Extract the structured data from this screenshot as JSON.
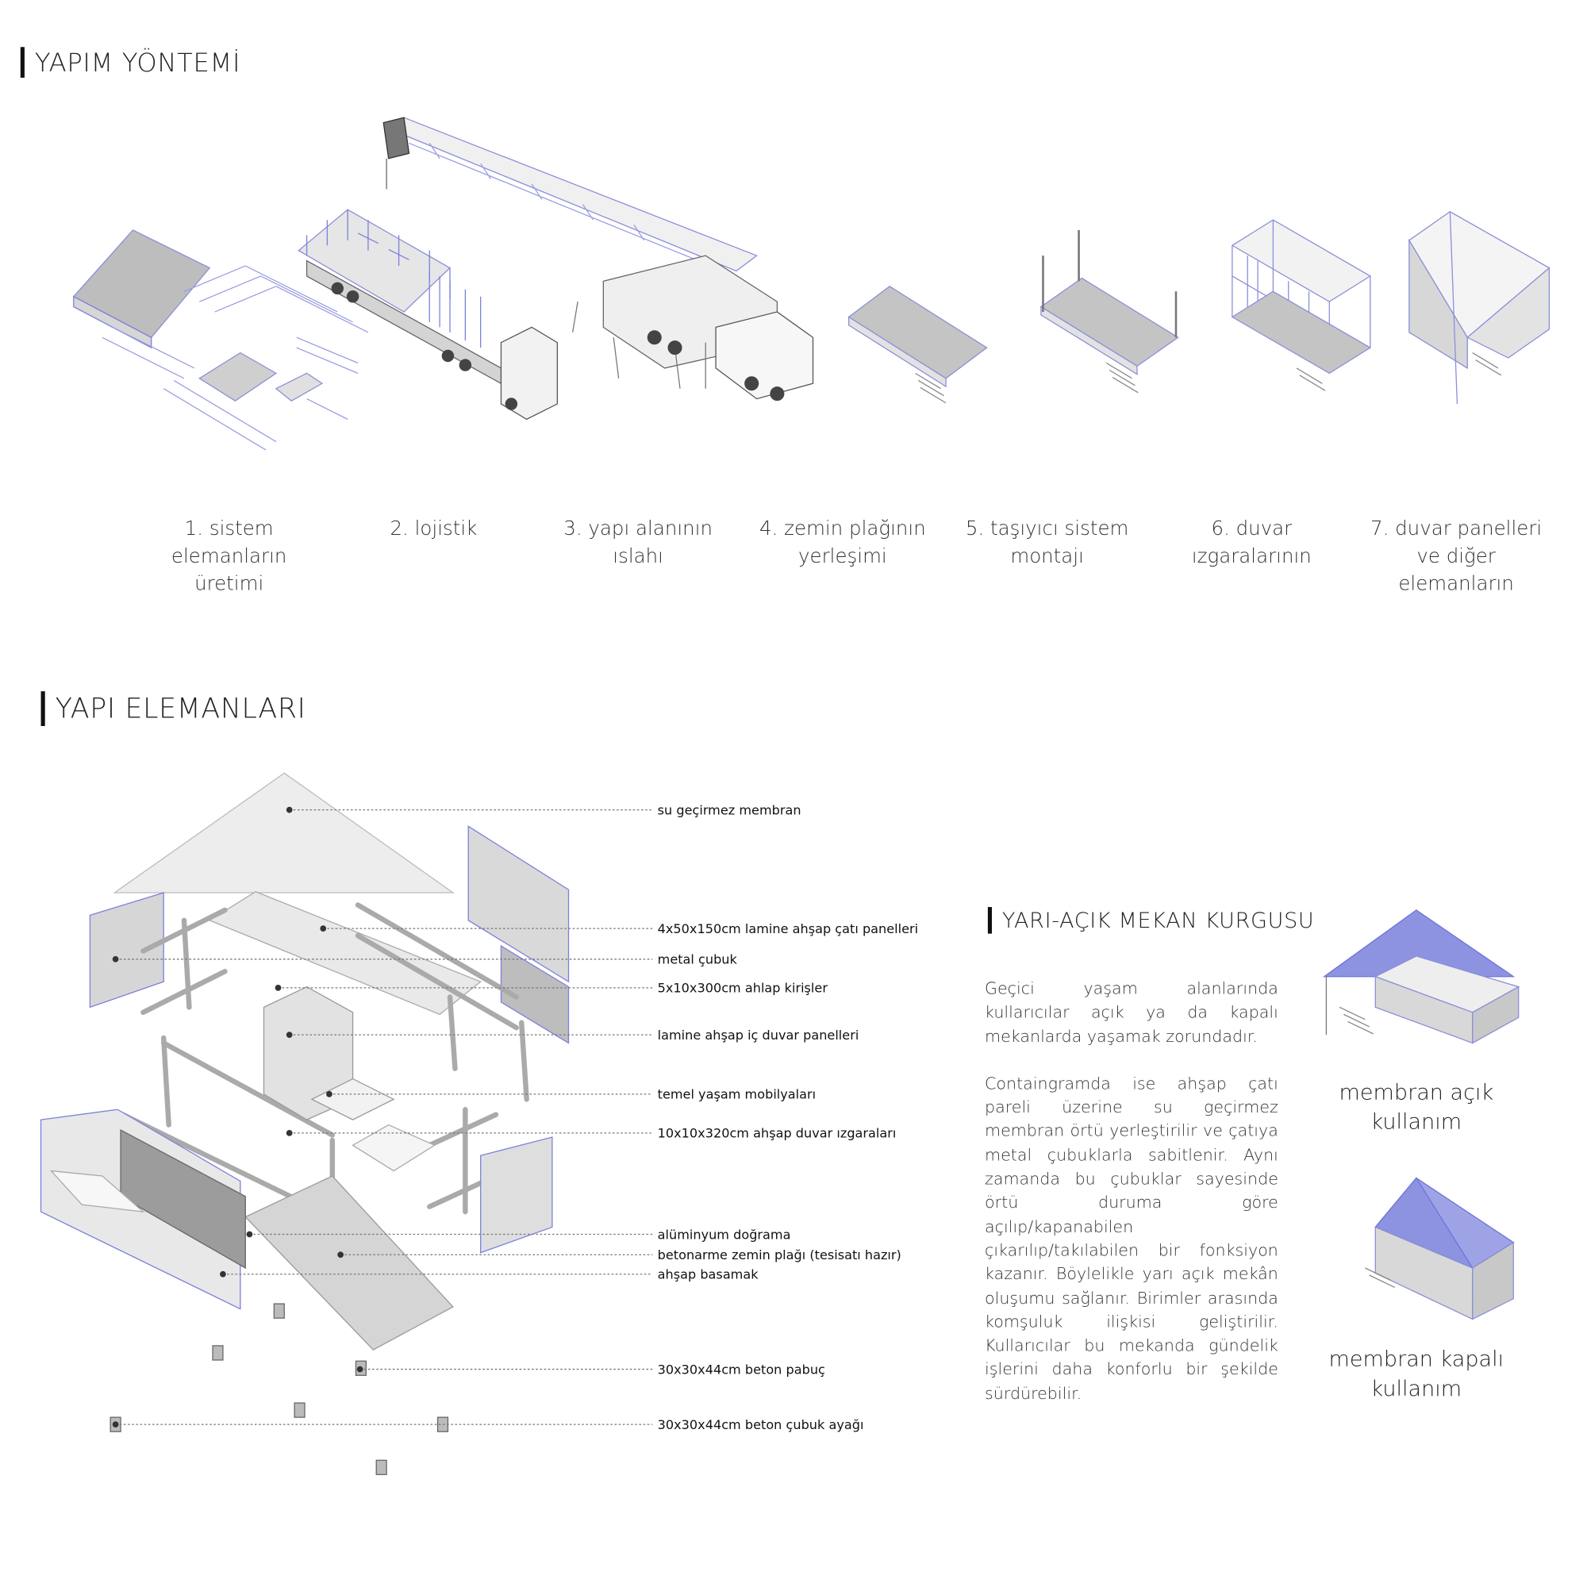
{
  "sections": {
    "method_title": "YAPIM YÖNTEMİ",
    "elements_title": "YAPI ELEMANLARI",
    "semi_open_title": "YARI-AÇIK MEKAN KURGUSU"
  },
  "steps": [
    {
      "label": "1. sistem\nelemanların\nüretimi"
    },
    {
      "label": "2. lojistik"
    },
    {
      "label": "3. yapı alanının\nıslahı"
    },
    {
      "label": "4. zemin plağının\nyerleşimi"
    },
    {
      "label": "5. taşıyıcı sistem\nmontajı"
    },
    {
      "label": "6. duvar\nızgaralarının"
    },
    {
      "label": "7. duvar panelleri\nve diğer\nelemanların"
    }
  ],
  "element_labels": [
    "su geçirmez membran",
    "4x50x150cm lamine ahşap çatı panelleri",
    "metal çubuk",
    "5x10x300cm ahlap kirişler",
    "lamine ahşap iç duvar panelleri",
    "temel yaşam mobilyaları",
    "10x10x320cm ahşap duvar ızgaraları",
    "alüminyum doğrama",
    "betonarme zemin plağı (tesisatı hazır)",
    "ahşap basamak",
    "30x30x44cm beton pabuç",
    "30x30x44cm beton çubuk ayağı"
  ],
  "description": {
    "paragraphs": [
      "Geçici yaşam alanlarında kullarıcılar açık ya da kapalı mekanlarda yaşamak zorundadır.",
      "Containgramda ise ahşap çatı pareli üzerine su geçirmez membran örtü yerleştirilir ve çatıya metal çubuklarla sabitlenir. Aynı zamanda bu çubuklar sayesinde örtü duruma göre açılıp/kapanabilen çıkarılıp/takılabilen bir fonksiyon kazanır. Böylelikle yarı açık mekân oluşumu sağlanır. Birimler arasında komşuluk ilişkisi geliştirilir. Kullarıcılar bu mekanda gündelik işlerini daha konforlu bir şekilde sürdürebilir."
    ]
  },
  "usage_modes": [
    {
      "label": "membran açık\nkullanım"
    },
    {
      "label": "membran kapalı\nkullanım"
    }
  ],
  "colors": {
    "line_blue": "#6f74d8",
    "membrane_blue": "#8d93e0",
    "panel_gray": "#c9c9c9"
  }
}
